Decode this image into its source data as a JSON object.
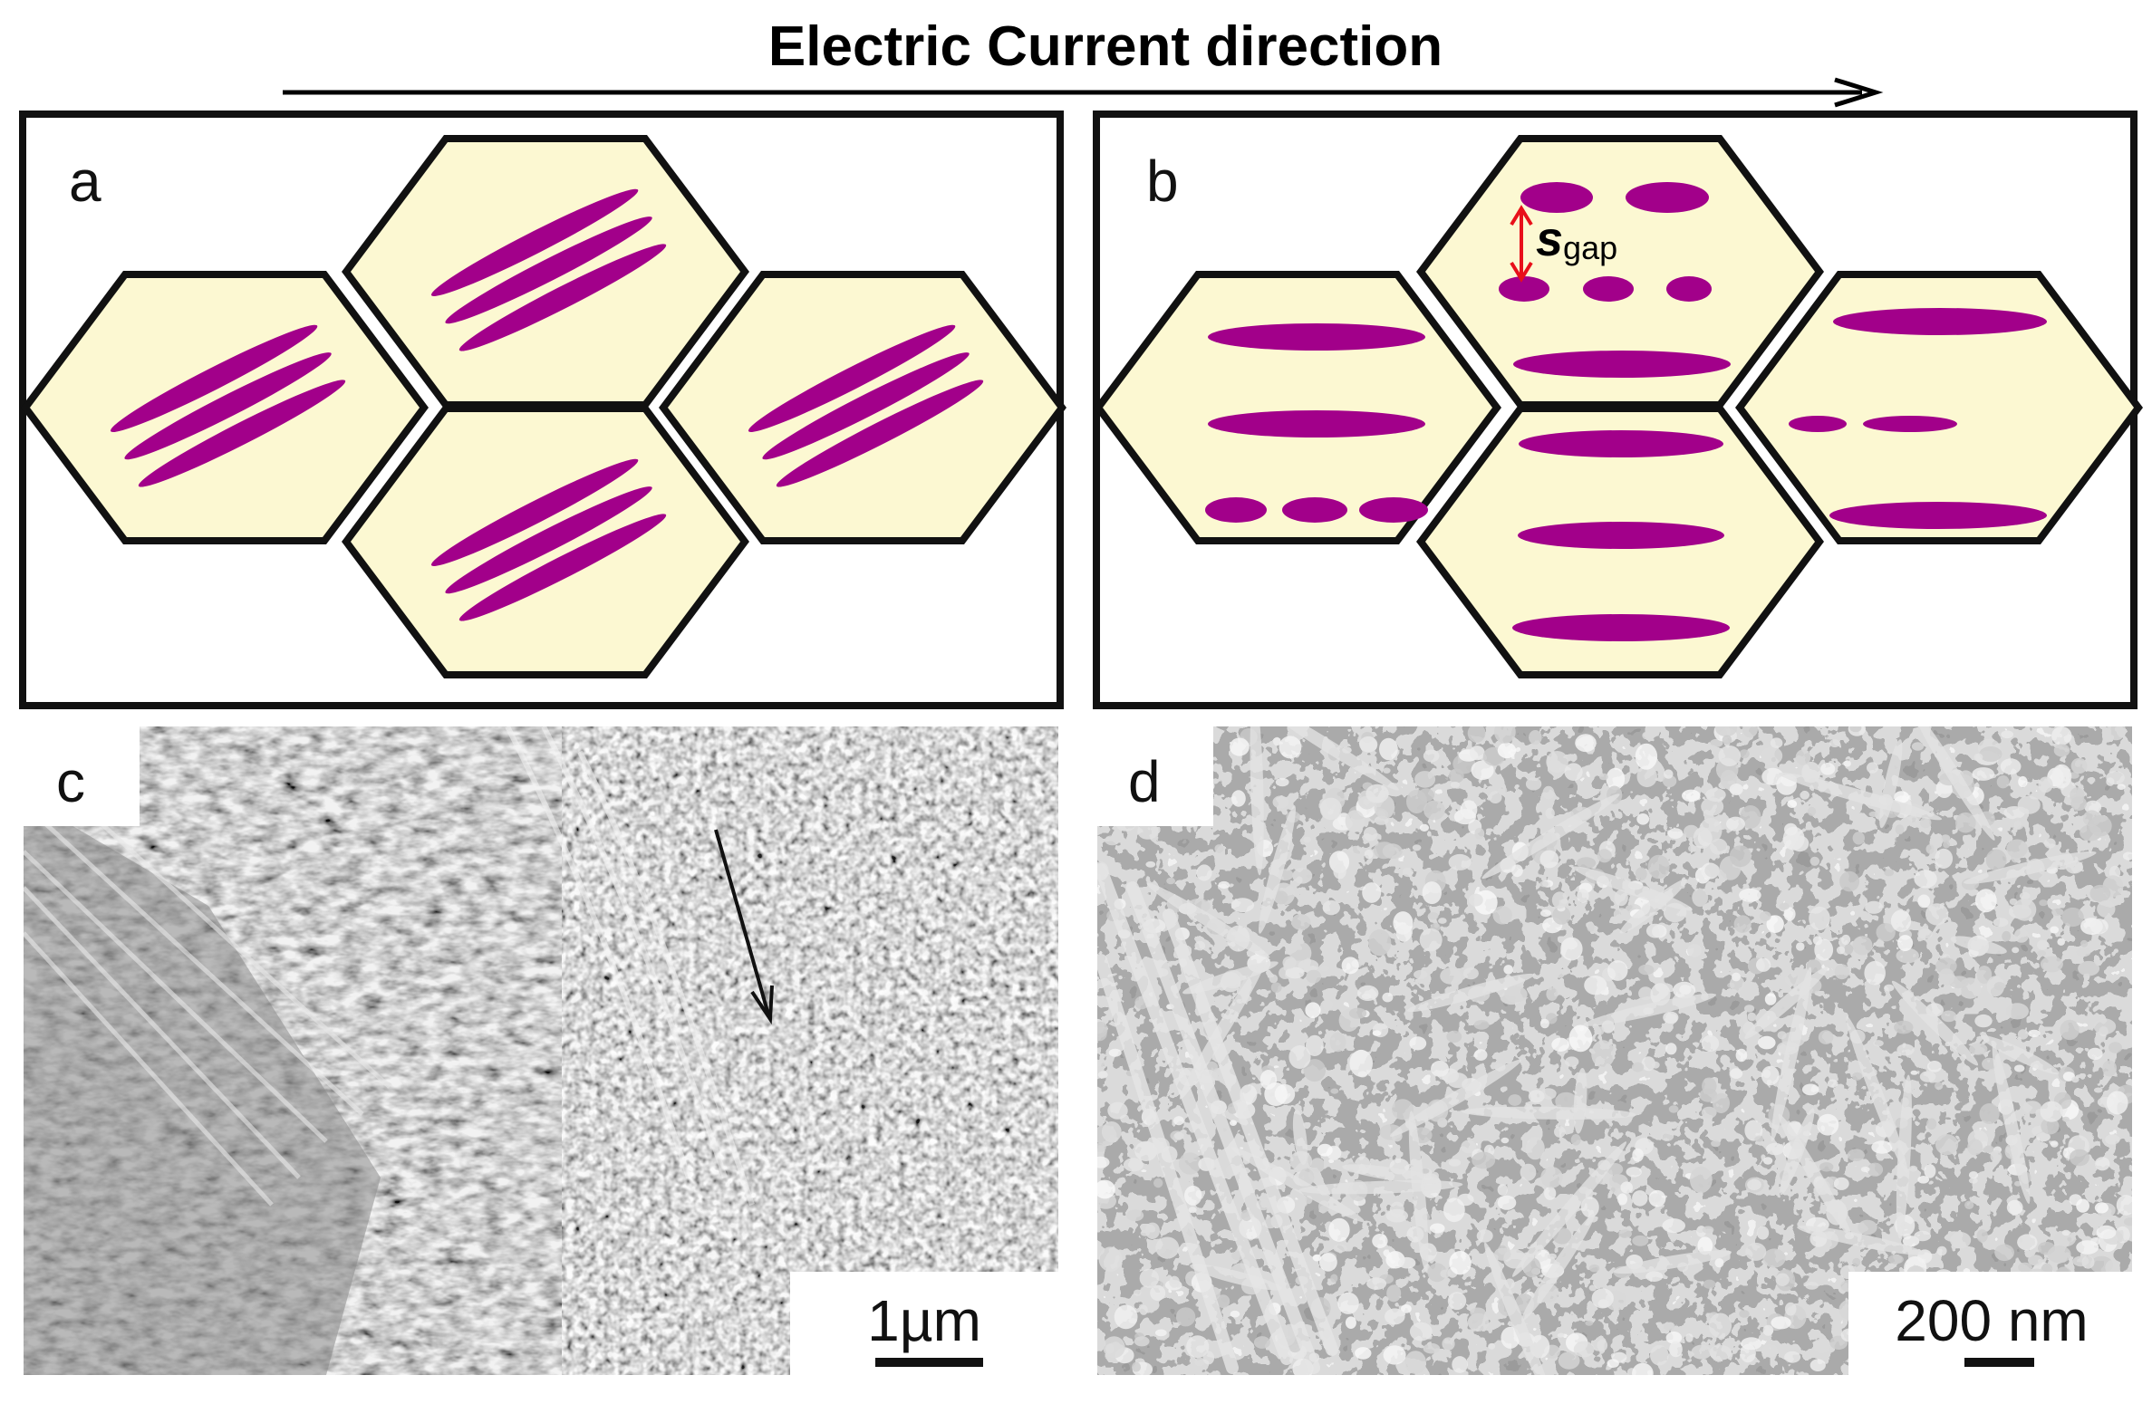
{
  "figure": {
    "title": "Electric Current direction",
    "panels": {
      "a": {
        "label": "a"
      },
      "b": {
        "label": "b",
        "annotation_symbol": "s",
        "annotation_subscript": "gap"
      },
      "c": {
        "label": "c",
        "scale_bar": "1µm"
      },
      "d": {
        "label": "d",
        "scale_bar": "200 nm"
      }
    },
    "colors": {
      "grain_fill": "#fcf8d2",
      "precipitate": "#a2008a",
      "gap_arrow": "#e8101a",
      "outline": "#111111"
    }
  }
}
